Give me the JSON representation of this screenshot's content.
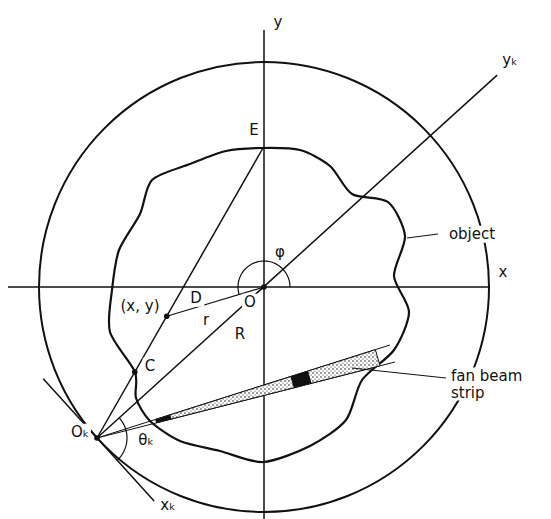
{
  "diagram": {
    "labels": [
      "y",
      "yₖ",
      "E",
      "(x, y)",
      "D",
      "φ",
      "object",
      "x",
      "r",
      "O",
      "C",
      "R",
      "fan beam strip",
      "Oₖ",
      "θₖ",
      "xₖ"
    ]
  }
}
